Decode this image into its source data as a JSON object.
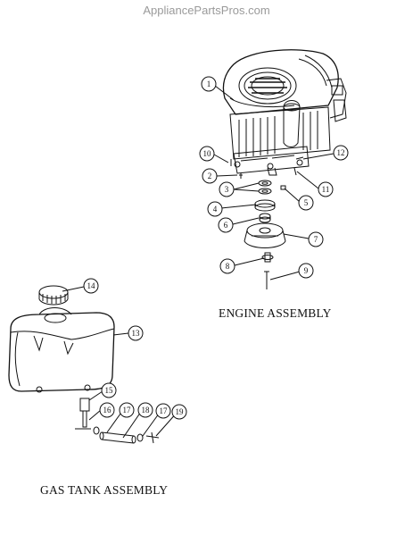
{
  "watermark": "AppliancePartsPros.com",
  "sections": {
    "engine": {
      "caption": "ENGINE ASSEMBLY"
    },
    "gas_tank": {
      "caption": "GAS TANK ASSEMBLY"
    }
  },
  "callouts": {
    "engine": [
      "1",
      "2",
      "3",
      "4",
      "5",
      "6",
      "7",
      "8",
      "9",
      "10",
      "11",
      "12"
    ],
    "gas_tank": [
      "13",
      "14",
      "15",
      "16",
      "17",
      "18",
      "17",
      "19"
    ]
  }
}
